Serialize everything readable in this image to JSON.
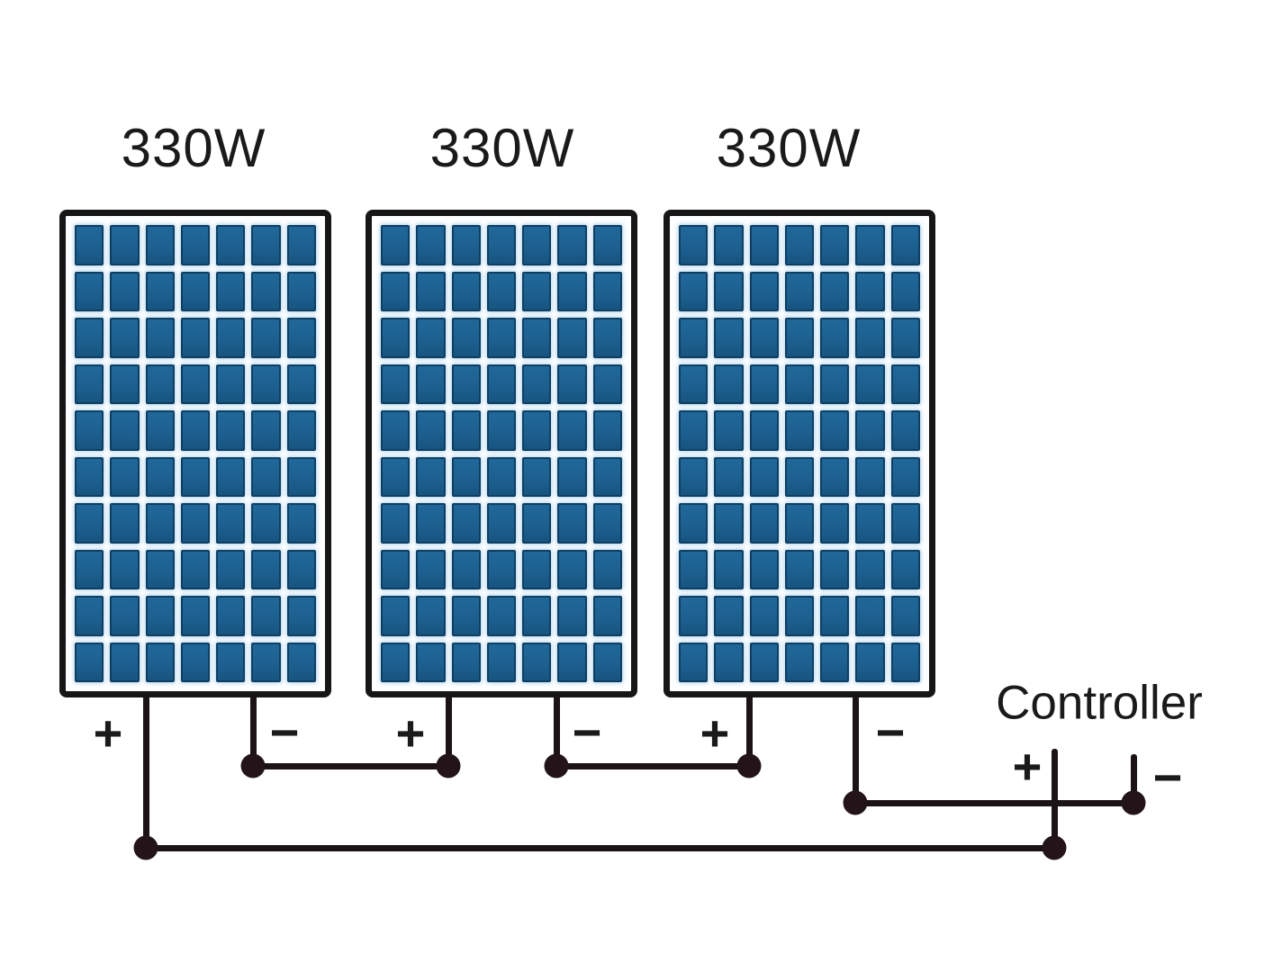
{
  "diagram": {
    "panels": [
      {
        "label": "330W",
        "positive_label": "+",
        "negative_label": "−",
        "cols": 7,
        "rows": 10
      },
      {
        "label": "330W",
        "positive_label": "+",
        "negative_label": "−",
        "cols": 7,
        "rows": 10
      },
      {
        "label": "330W",
        "positive_label": "+",
        "negative_label": "−",
        "cols": 7,
        "rows": 10
      }
    ],
    "controller": {
      "label": "Controller",
      "positive_label": "+",
      "negative_label": "−"
    },
    "colors": {
      "background": "#ffffff",
      "panel_frame": "#161616",
      "cell_fill": "#1e6190",
      "cell_border": "#0e3f63",
      "cell_glow": "#aed2ea",
      "wire": "#1b1316",
      "text": "#1a1a1a"
    }
  }
}
